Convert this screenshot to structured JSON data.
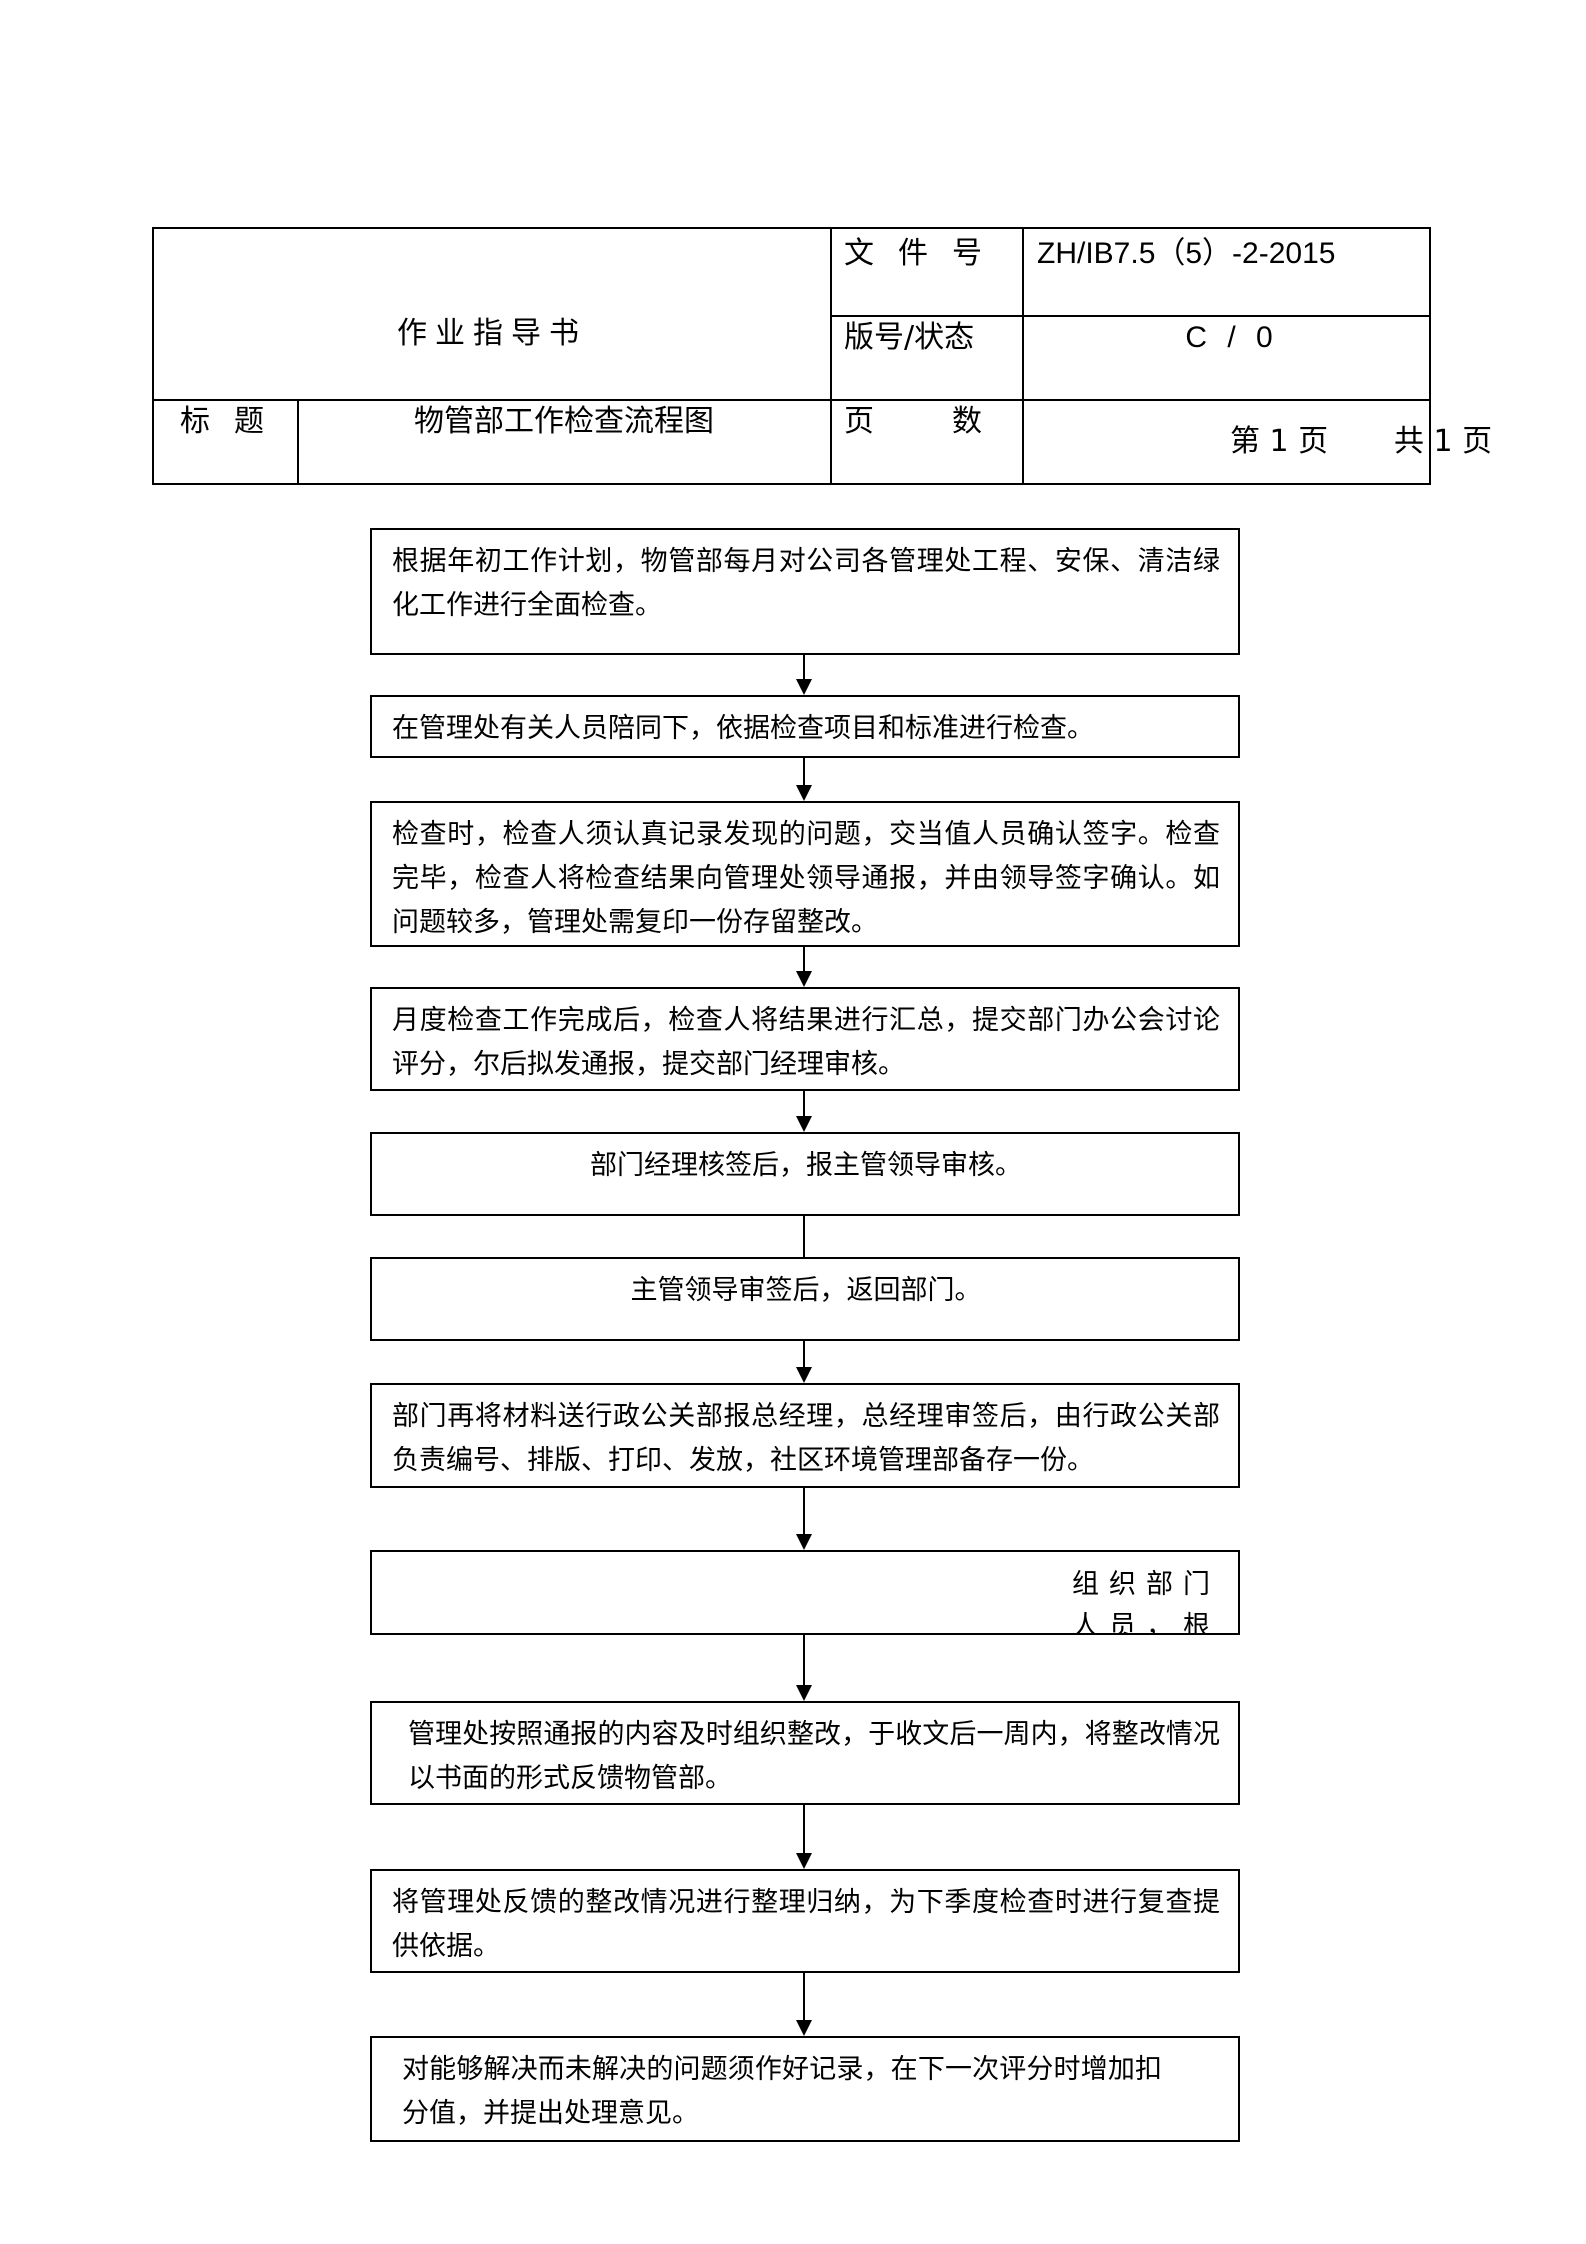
{
  "header": {
    "doc_title": "作业指导书",
    "doc_no_label": "文件号",
    "doc_no_value": "ZH/IB7.5（5）-2-2015",
    "version_label": "版号/状态",
    "version_value": "C / 0",
    "title_label": "标题",
    "title_value": "物管部工作检查流程图",
    "pages_label_a": "页",
    "pages_label_b": "数",
    "page_current": "第 1 页",
    "page_total": "共 1 页"
  },
  "flow": {
    "steps": [
      "根据年初工作计划，物管部每月对公司各管理处工程、安保、清洁绿化工作进行全面检查。",
      "在管理处有关人员陪同下，依据检查项目和标准进行检查。",
      "检查时，检查人须认真记录发现的问题，交当值人员确认签字。检查完毕，检查人将检查结果向管理处领导通报，并由领导签字确认。如问题较多，管理处需复印一份存留整改。",
      "月度检查工作完成后，检查人将结果进行汇总，提交部门办公会讨论评分，尔后拟发通报，提交部门经理审核。",
      "部门经理核签后，报主管领导审核。",
      "主管领导审签后，返回部门。",
      "部门再将材料送行政公关部报总经理，总经理审签后，由行政公关部负责编号、排版、打印、发放，社区环境管理部备存一份。",
      "组织部门人员，根据检查",
      "管理处按照通报的内容及时组织整改，于收文后一周内，将整改情况以书面的形式反馈物管部。",
      "将管理处反馈的整改情况进行整理归纳，为下季度检查时进行复查提供依据。",
      "对能够解决而未解决的问题须作好记录，在下一次评分时增加扣分值，并提出处理意见。"
    ]
  }
}
